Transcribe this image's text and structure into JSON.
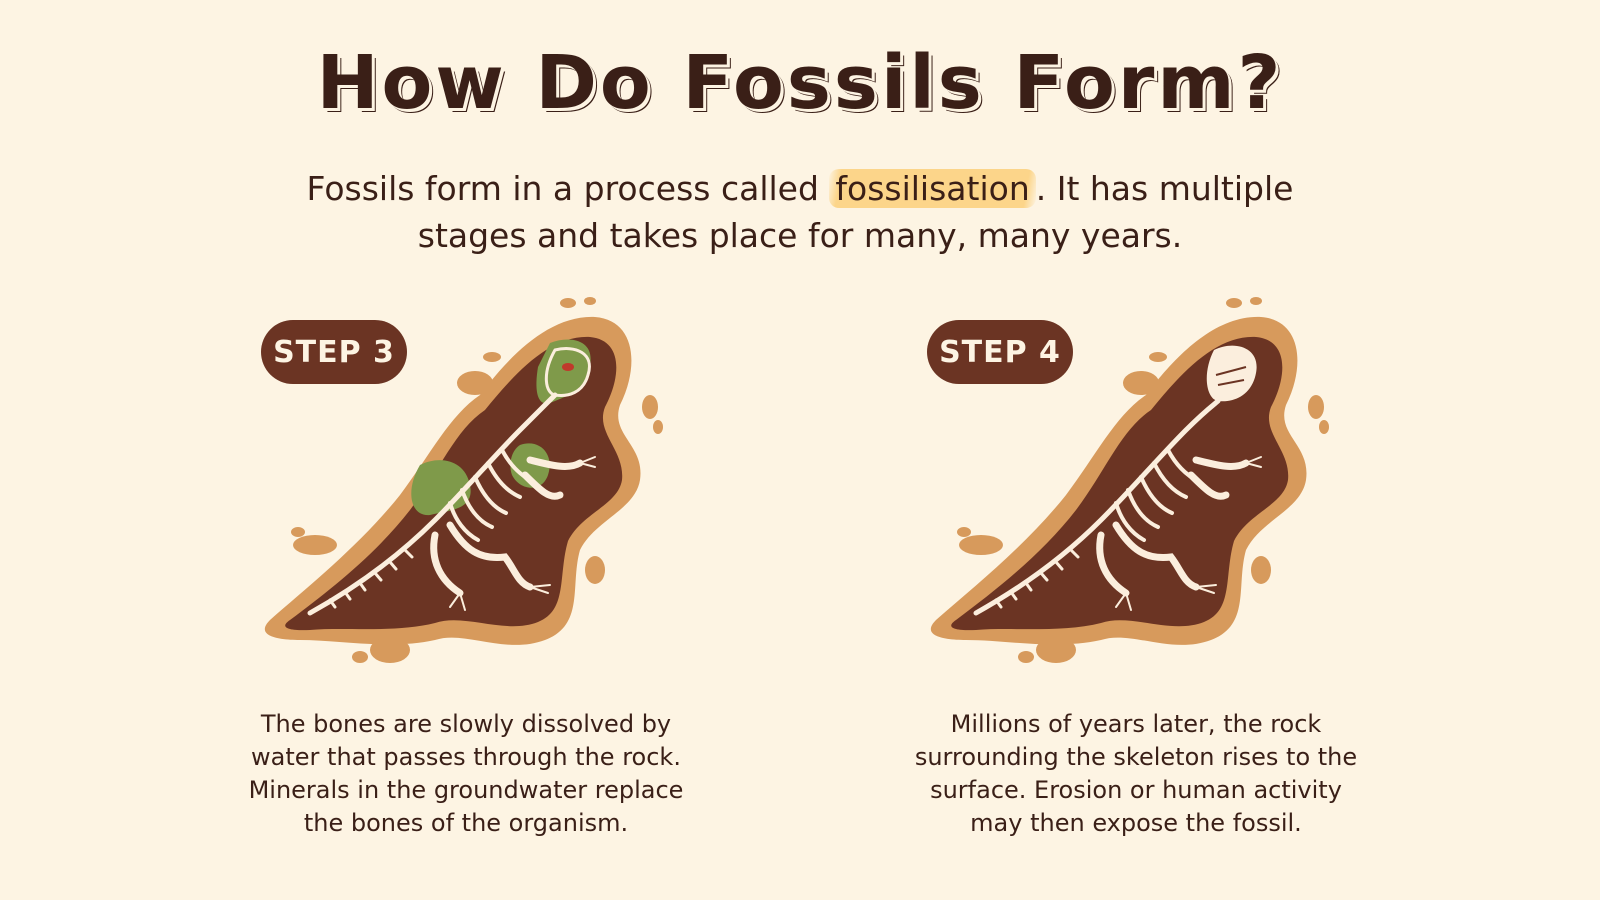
{
  "title": "How Do Fossils Form?",
  "intro": {
    "before": "Fossils form in a process called ",
    "highlight": "fossilisation",
    "after": ". It has multiple stages and takes place for many, many years."
  },
  "steps": [
    {
      "label": "STEP 3",
      "caption": "The bones are slowly dissolved by water that passes through the rock. Minerals in the groundwater replace the bones of the organism.",
      "image": "dinosaur-fossil-partially-mineralised"
    },
    {
      "label": "STEP 4",
      "caption": "Millions of years later, the rock surrounding the skeleton rises to the surface. Erosion or human activity may then expose the fossil.",
      "image": "dinosaur-fossil-skeleton"
    }
  ],
  "colors": {
    "background": "#fdf4e3",
    "text": "#3a1f17",
    "badge": "#6b3423",
    "highlight": "#fcd58a",
    "rock_outer": "#d79a5c",
    "rock_inner": "#6b3423",
    "bone": "#fbeedd",
    "mineral": "#7f9a4a"
  }
}
